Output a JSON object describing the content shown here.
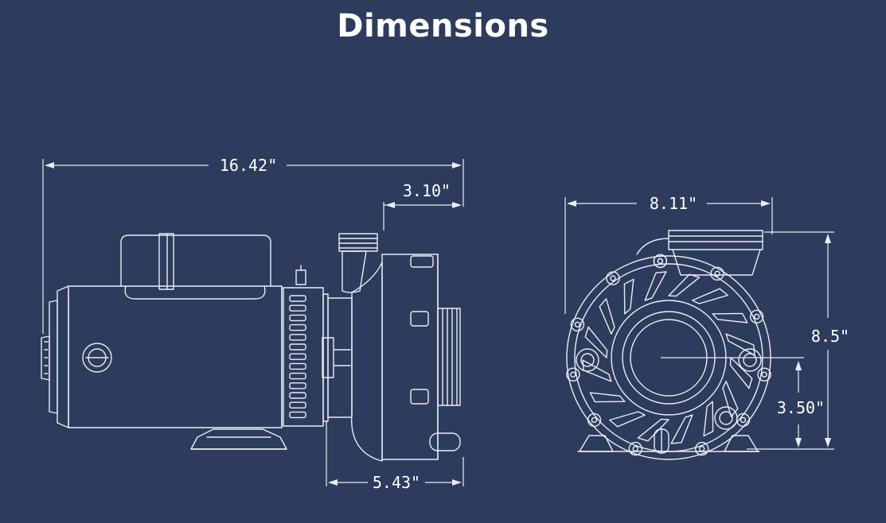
{
  "title": "Dimensions",
  "dimensions": {
    "overall_length": "16.42\"",
    "inlet_offset": "3.10\"",
    "outlet_depth": "5.43\"",
    "front_width": "8.11\"",
    "overall_height": "8.5\"",
    "center_height": "3.50\""
  },
  "colors": {
    "background": "#2d3b5c",
    "line": "#e9edf5",
    "text": "#ffffff"
  }
}
